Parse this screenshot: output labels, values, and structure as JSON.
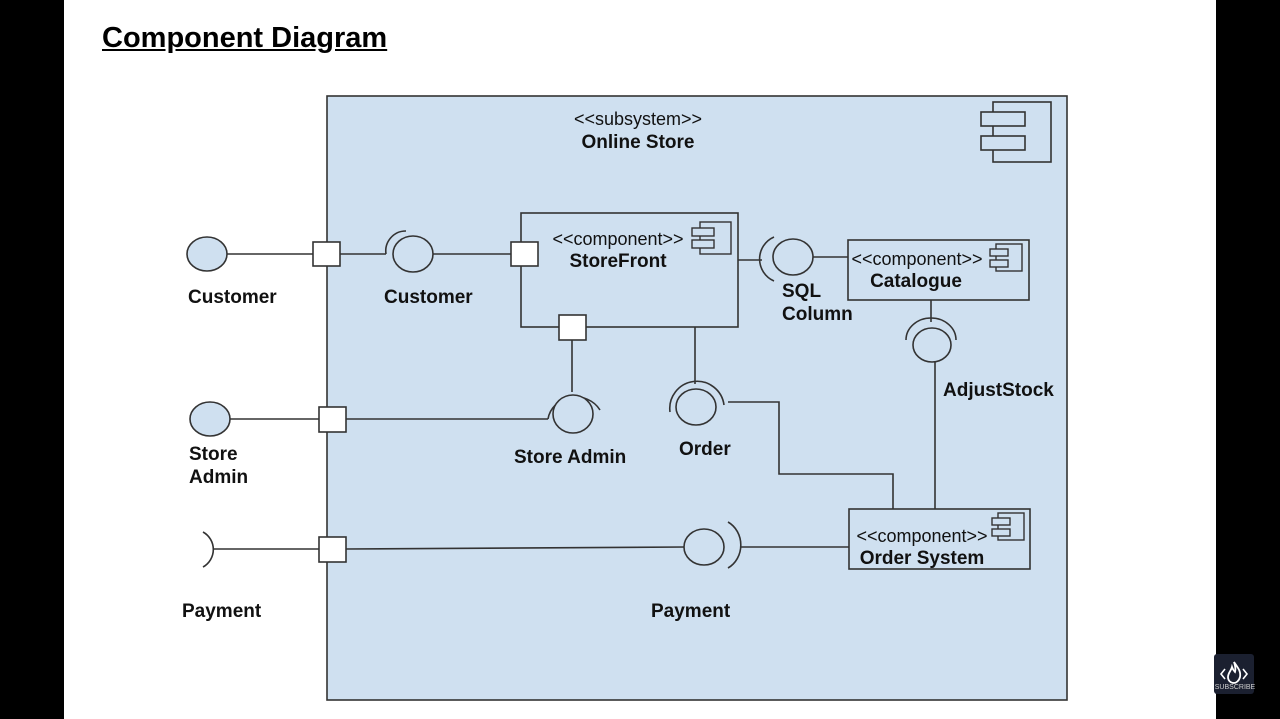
{
  "title": "Component Diagram",
  "subsystem": {
    "stereotype": "<<subsystem>>",
    "name": "Online Store"
  },
  "components": {
    "storefront": {
      "stereotype": "<<component>>",
      "name": "StoreFront"
    },
    "catalogue": {
      "stereotype": "<<component>>",
      "name": "Catalogue"
    },
    "order_system": {
      "stereotype": "<<component>>",
      "name": "Order System"
    }
  },
  "labels": {
    "customer_outer": "Customer",
    "customer_inner": "Customer",
    "store_admin_outer_1": "Store",
    "store_admin_outer_2": "Admin",
    "store_admin_inner": "Store Admin",
    "order": "Order",
    "sql_1": "SQL",
    "sql_2": "Column",
    "adjust_stock": "AdjustStock",
    "payment_outer": "Payment",
    "payment_inner": "Payment"
  },
  "colors": {
    "fill": "#cfe0f0",
    "stroke": "#333333",
    "background": "#ffffff"
  },
  "logo": {
    "icon": "flame-icon",
    "text": "SUBSCRIBE"
  }
}
